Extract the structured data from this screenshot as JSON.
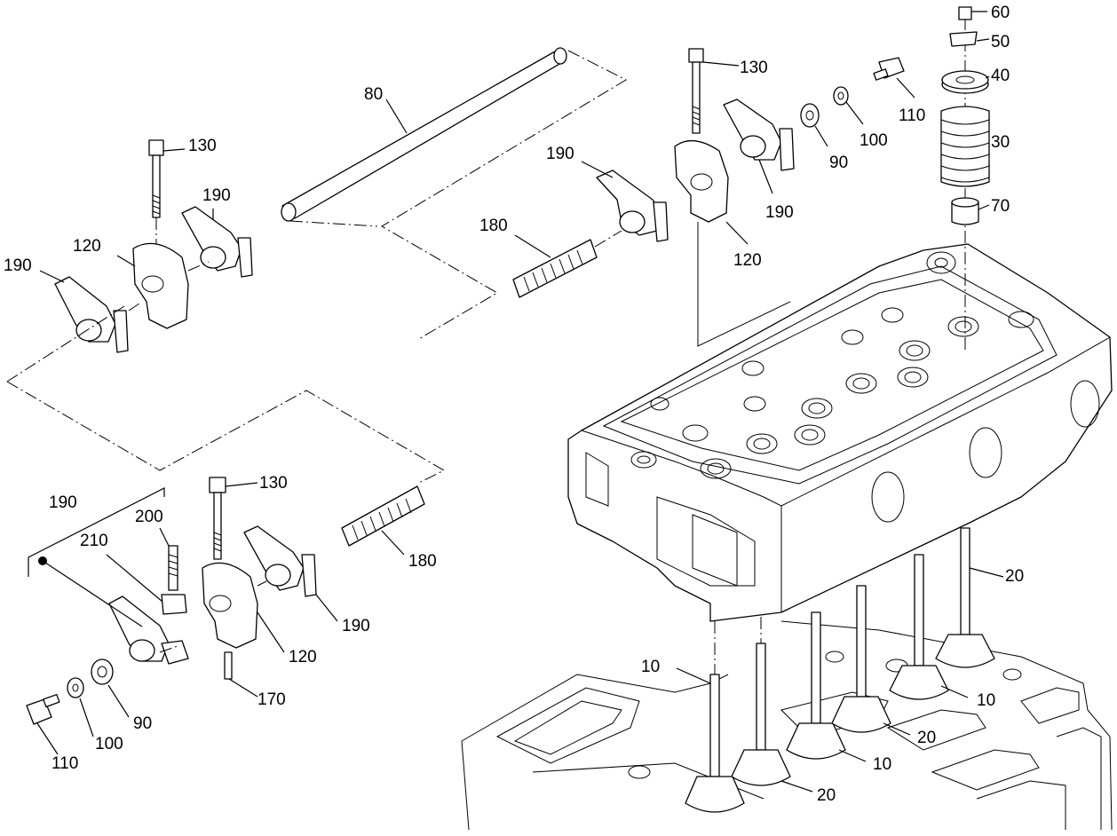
{
  "callouts": [
    {
      "id": "c60a",
      "text": "60"
    },
    {
      "id": "c50a",
      "text": "50"
    },
    {
      "id": "c40a",
      "text": "40"
    },
    {
      "id": "c30a",
      "text": "30"
    },
    {
      "id": "c70a",
      "text": "70"
    },
    {
      "id": "c130a",
      "text": "130"
    },
    {
      "id": "c110a",
      "text": "110"
    },
    {
      "id": "c100a",
      "text": "100"
    },
    {
      "id": "c90a",
      "text": "90"
    },
    {
      "id": "c190a",
      "text": "190"
    },
    {
      "id": "c190b",
      "text": "190"
    },
    {
      "id": "c120a",
      "text": "120"
    },
    {
      "id": "c180a",
      "text": "180"
    },
    {
      "id": "c80a",
      "text": "80"
    },
    {
      "id": "c130b",
      "text": "130"
    },
    {
      "id": "c190c",
      "text": "190"
    },
    {
      "id": "c120b",
      "text": "120"
    },
    {
      "id": "c190d",
      "text": "190"
    },
    {
      "id": "c20a",
      "text": "20"
    },
    {
      "id": "c10a",
      "text": "10"
    },
    {
      "id": "c10b",
      "text": "10"
    },
    {
      "id": "c20b",
      "text": "20"
    },
    {
      "id": "c10c",
      "text": "10"
    },
    {
      "id": "c20c",
      "text": "20"
    },
    {
      "id": "c130c",
      "text": "130"
    },
    {
      "id": "c180b",
      "text": "180"
    },
    {
      "id": "c190e",
      "text": "190"
    },
    {
      "id": "c120c",
      "text": "120"
    },
    {
      "id": "c170a",
      "text": "170"
    },
    {
      "id": "c190f",
      "text": "190"
    },
    {
      "id": "c200a",
      "text": "200"
    },
    {
      "id": "c210a",
      "text": "210"
    },
    {
      "id": "c90b",
      "text": "90"
    },
    {
      "id": "c100b",
      "text": "100"
    },
    {
      "id": "c110b",
      "text": "110"
    }
  ]
}
